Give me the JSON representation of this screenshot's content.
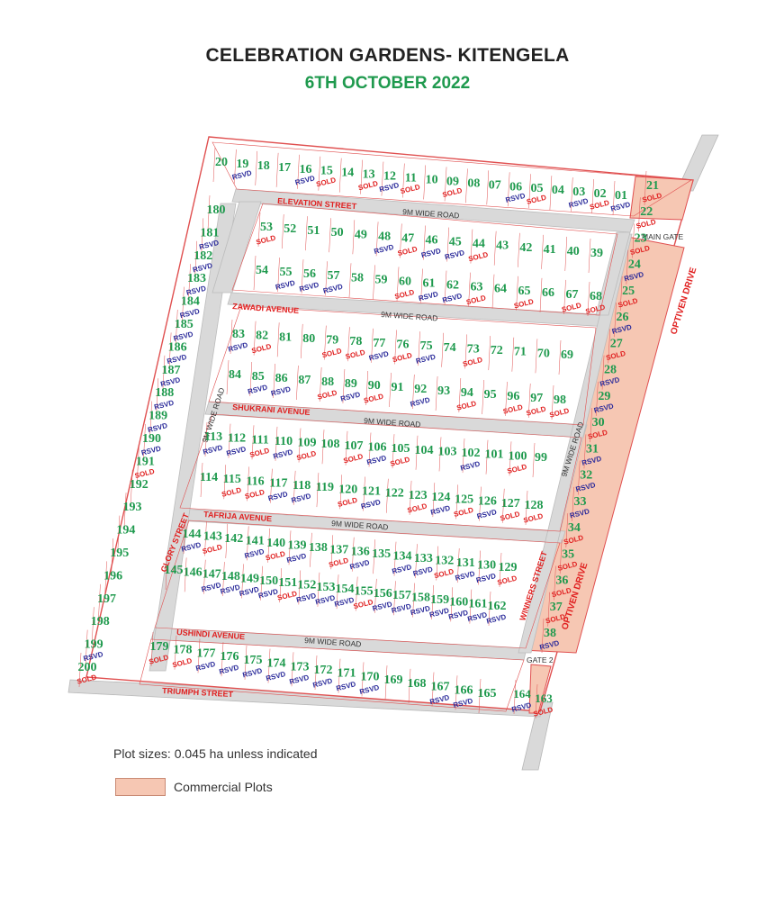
{
  "title": "CELEBRATION GARDENS- KITENGELA",
  "date": "6TH OCTOBER 2022",
  "colors": {
    "plot_green": "#1f9a4e",
    "sold_red": "#e02020",
    "rsvd_blue": "#2a2a9a",
    "commercial": "#f6c7b3",
    "road": "#d9d9d9",
    "boundary": "#e05050"
  },
  "roads": {
    "elevation_street": "ELEVATION STREET",
    "zawadi_avenue": "ZAWADI AVENUE",
    "shukrani_avenue": "SHUKRANI AVENUE",
    "tafrija_avenue": "TAFRIJA AVENUE",
    "ushindi_avenue": "USHINDI AVENUE",
    "triumph_street": "TRIUMPH STREET",
    "glory_street": "GLORY STREET",
    "winners_street": "WINNERS STREET",
    "optiven_drive_1": "OPTIVEN DRIVE",
    "optiven_drive_2": "OPTIVEN DRIVE",
    "wide_road_1": "9M WIDE ROAD",
    "wide_road_2": "9M WIDE ROAD",
    "wide_road_3": "9M WIDE ROAD",
    "wide_road_4": "9M WIDE ROAD",
    "wide_road_5": "9M WIDE ROAD",
    "wide_road_left": "9M WIDE ROAD",
    "wide_road_right": "9M WIDE ROAD",
    "main_gate": "MAIN GATE",
    "gate_2": "GATE 2"
  },
  "status_labels": {
    "sold": "SOLD",
    "rsvd": "RSVD"
  },
  "rows": [
    {
      "id": "r1",
      "from": 20,
      "to": 1,
      "sold": [
        15,
        13,
        11,
        9,
        5,
        2
      ],
      "rsvd": [
        19,
        16,
        12,
        6,
        3,
        1
      ]
    },
    {
      "id": "r2a",
      "from": 53,
      "to": 39,
      "sold": [
        53,
        47,
        44
      ],
      "rsvd": [
        48,
        46,
        45
      ]
    },
    {
      "id": "r2b",
      "from": 54,
      "to": 68,
      "sold": [
        60,
        63,
        65,
        67,
        68
      ],
      "rsvd": [
        55,
        56,
        57,
        61,
        62
      ]
    },
    {
      "id": "r3a",
      "from": 83,
      "to": 69,
      "sold": [
        82,
        79,
        78,
        76,
        73
      ],
      "rsvd": [
        83,
        77,
        75
      ]
    },
    {
      "id": "r3b",
      "from": 84,
      "to": 98,
      "sold": [
        88,
        90,
        94,
        96,
        97,
        98
      ],
      "rsvd": [
        85,
        86,
        89,
        92
      ]
    },
    {
      "id": "r4a",
      "from": 113,
      "to": 99,
      "sold": [
        111,
        109,
        107,
        105,
        100
      ],
      "rsvd": [
        113,
        112,
        110,
        106,
        102
      ]
    },
    {
      "id": "r4b",
      "from": 114,
      "to": 128,
      "sold": [
        115,
        116,
        120,
        123,
        125,
        127,
        128
      ],
      "rsvd": [
        117,
        118,
        121,
        124,
        126
      ]
    },
    {
      "id": "r5a",
      "from": 144,
      "to": 129,
      "sold": [
        143,
        140,
        137,
        132,
        129
      ],
      "rsvd": [
        144,
        141,
        139,
        136,
        134,
        133,
        131,
        130
      ]
    },
    {
      "id": "r5b",
      "from": 145,
      "to": 162,
      "sold": [
        151,
        155
      ],
      "rsvd": [
        147,
        148,
        149,
        150,
        152,
        153,
        154,
        156,
        157,
        158,
        159,
        160,
        161,
        162
      ]
    },
    {
      "id": "r6",
      "from": 179,
      "to": 165,
      "sold": [
        179,
        178
      ],
      "rsvd": [
        177,
        176,
        175,
        174,
        173,
        172,
        171,
        170,
        167,
        166
      ]
    },
    {
      "id": "r7",
      "from": 164,
      "to": 163,
      "sold": [
        163
      ],
      "rsvd": [
        164
      ]
    },
    {
      "id": "left",
      "from": 180,
      "to": 200,
      "sold": [
        191,
        200
      ],
      "rsvd": [
        181,
        182,
        183,
        184,
        185,
        186,
        187,
        188,
        189,
        190,
        199
      ]
    },
    {
      "id": "right",
      "from": 21,
      "to": 38,
      "sold": [
        21,
        22,
        23,
        25,
        27,
        30,
        34,
        35,
        36,
        37
      ],
      "rsvd": [
        24,
        26,
        28,
        29,
        31,
        32,
        33,
        38
      ]
    }
  ],
  "notes": {
    "plot_sizes": "Plot sizes: 0.045 ha unless indicated",
    "legend_commercial": "Commercial Plots"
  }
}
